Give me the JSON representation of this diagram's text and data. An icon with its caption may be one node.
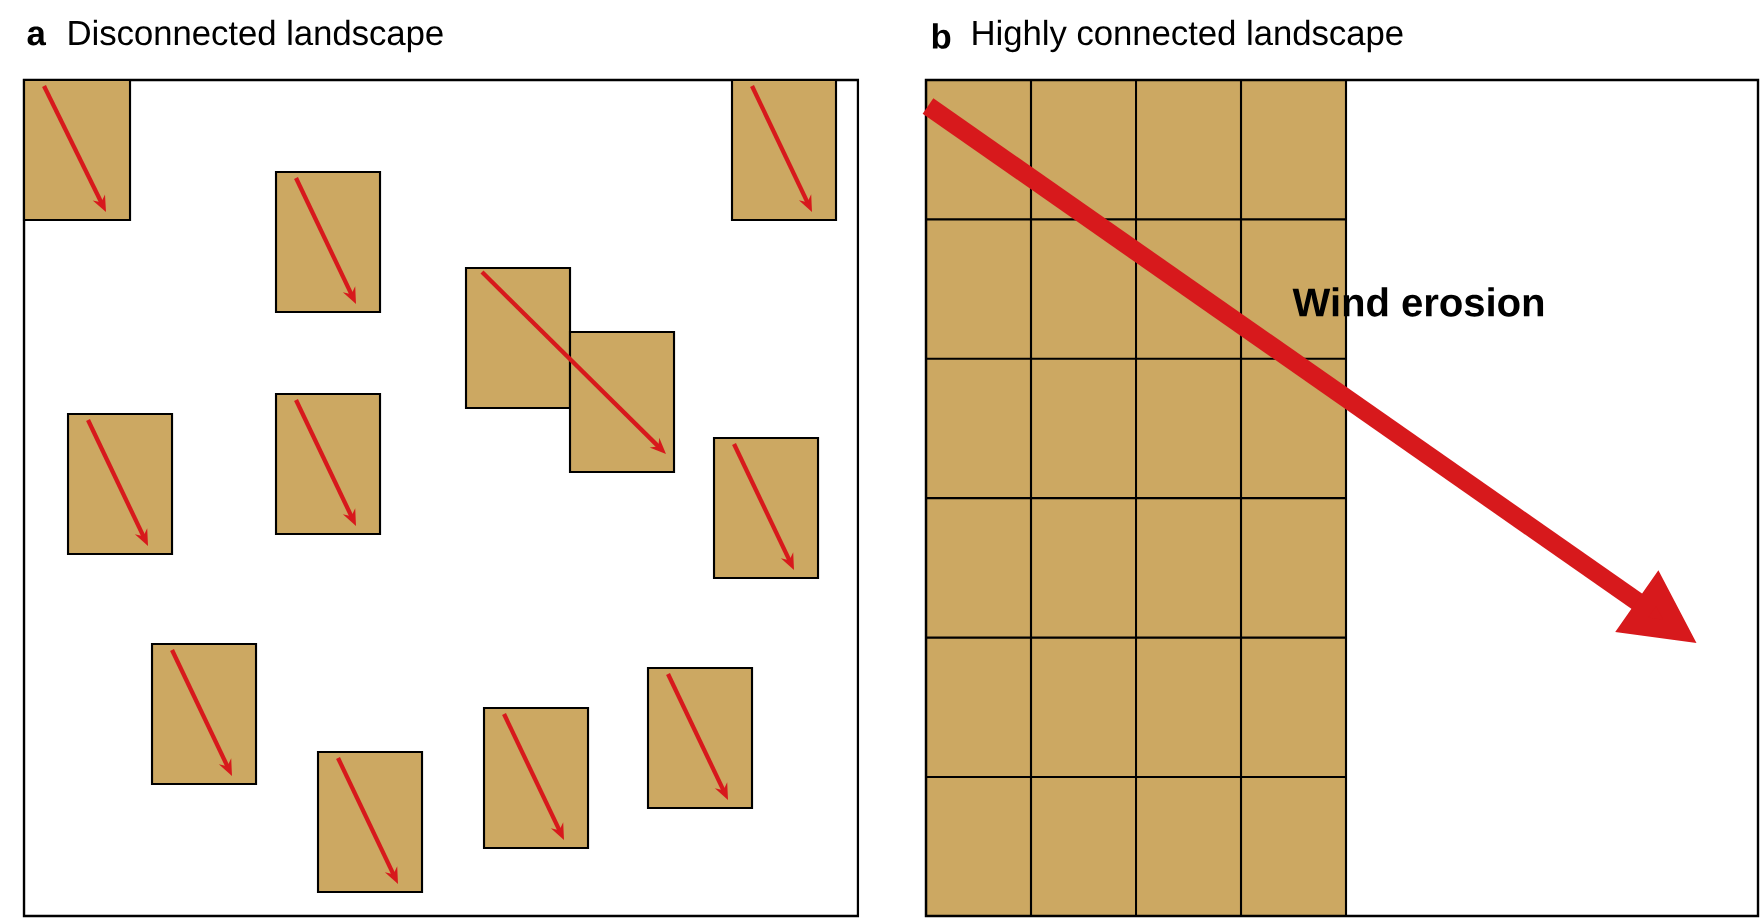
{
  "diagram": {
    "labels": [
      "a",
      "Disconnected landscape",
      "b",
      "Highly connected landscape",
      "Wind erosion"
    ]
  }
}
